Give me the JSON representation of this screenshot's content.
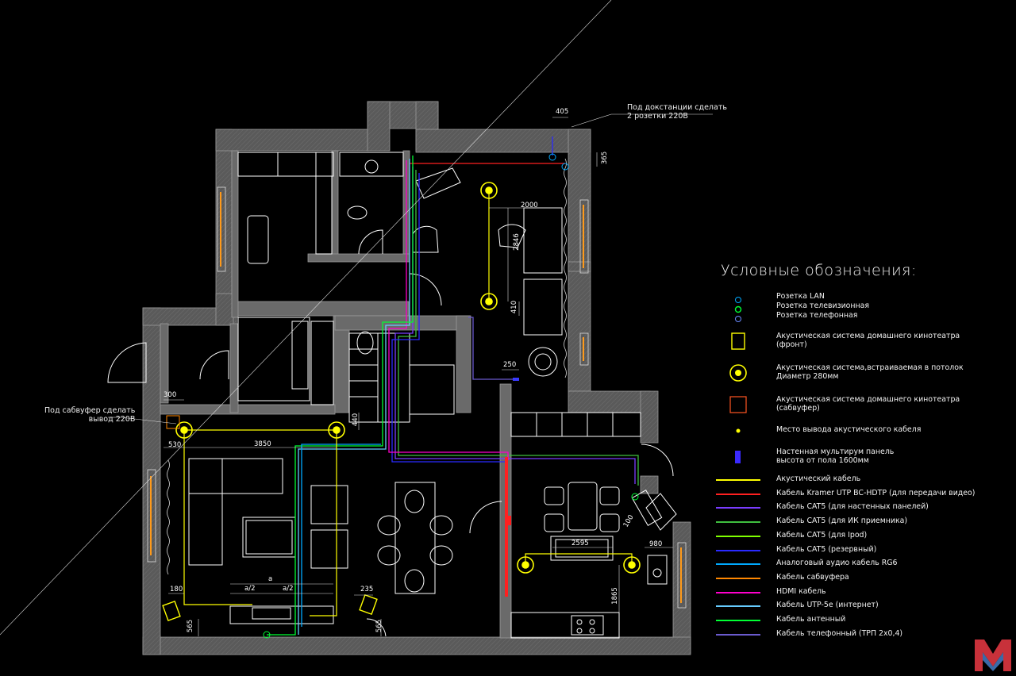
{
  "legend": {
    "title": "Условные обозначения:",
    "items": [
      {
        "icon": "lan-socket-icon",
        "label": "Розетка LAN"
      },
      {
        "icon": "tv-socket-icon",
        "label": "Розетка телевизионная"
      },
      {
        "icon": "phone-socket-icon",
        "label": "Розетка телефонная"
      },
      {
        "icon": "front-speaker-icon",
        "label": "Акустическая система домашнего кинотеатра\n(фронт)"
      },
      {
        "icon": "ceiling-speaker-icon",
        "label": "Акустическая система,встраиваемая в потолок\nДиаметр 280мм"
      },
      {
        "icon": "subwoofer-icon",
        "label": "Акустическая система домашнего кинотеатра\n(сабвуфер)"
      },
      {
        "icon": "speaker-outlet-icon",
        "label": "Место вывода акустического кабеля"
      },
      {
        "icon": "multiroom-panel-icon",
        "label": "Настенная мультирум панель\nвысота от пола 1600мм"
      }
    ],
    "cables": [
      {
        "color": "#ffff00",
        "label": "Акустический кабель"
      },
      {
        "color": "#ff2020",
        "label": "Кабель Kramer UTP BC-HDTP (для передачи видео)"
      },
      {
        "color": "#7a3cff",
        "label": "Кабель CAT5 (для настенных панелей)"
      },
      {
        "color": "#3fbf3f",
        "label": "Кабель CAT5 (для ИК приемника)"
      },
      {
        "color": "#7fff00",
        "label": "Кабель CAT5 (для Ipod)"
      },
      {
        "color": "#2a2aff",
        "label": "Кабель CAT5 (резервный)"
      },
      {
        "color": "#00aaff",
        "label": "Аналоговый аудио кабель RG6"
      },
      {
        "color": "#ff8800",
        "label": "Кабель сабвуфера"
      },
      {
        "color": "#ff00cc",
        "label": "HDMI кабель"
      },
      {
        "color": "#66ccff",
        "label": "Кабель UTP-5e (интернет)"
      },
      {
        "color": "#00ff33",
        "label": "Кабель антенный"
      },
      {
        "color": "#6a5acd",
        "label": "Кабель телефонный (ТРП 2х0,4)"
      }
    ]
  },
  "notes": {
    "docking": "Под докстанции сделать\n2 розетки 220В",
    "subwoofer": "Под сабвуфер сделать\nвывод 220В"
  },
  "dimensions": {
    "d405": "405",
    "d365": "365",
    "d2000": "2000",
    "d2846": "2846",
    "d410": "410",
    "d250": "250",
    "d300": "300",
    "d530": "530",
    "d3850": "3850",
    "d440": "440",
    "d2595": "2595",
    "d980": "980",
    "d1865": "1865",
    "d180": "180",
    "d565a": "565",
    "d565b": "565",
    "d235": "235",
    "da": "a",
    "da2a": "a/2",
    "da2b": "a/2",
    "d100": "100"
  },
  "colors": {
    "wall_fill": "#5f5f5f",
    "furniture": "#ffffff",
    "speaker": "#ffff00"
  }
}
